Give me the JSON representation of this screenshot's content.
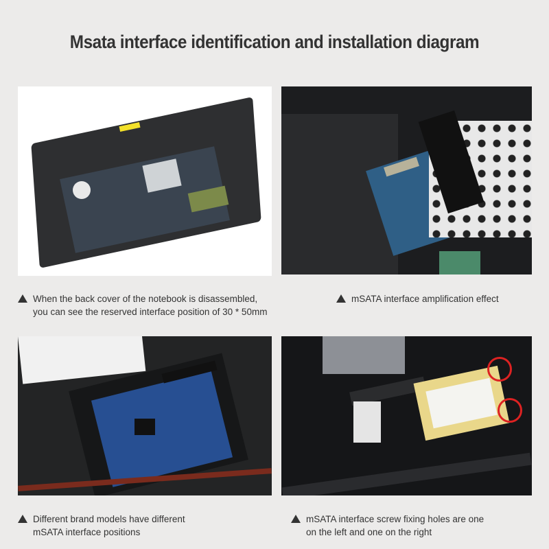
{
  "title": "Msata interface identification and installation diagram",
  "captions": [
    {
      "line1": "When the back cover of the notebook is disassembled,",
      "line2": "you can see the reserved interface position of 30 * 50mm"
    },
    {
      "line1": "mSATA interface amplification effect",
      "line2": ""
    },
    {
      "line1": "Different brand models have different",
      "line2": "mSATA interface positions"
    },
    {
      "line1": "mSATA interface screw fixing holes are one",
      "line2": "on the left and one on the right"
    }
  ],
  "icons": {
    "bullet": "triangle-up-icon"
  }
}
